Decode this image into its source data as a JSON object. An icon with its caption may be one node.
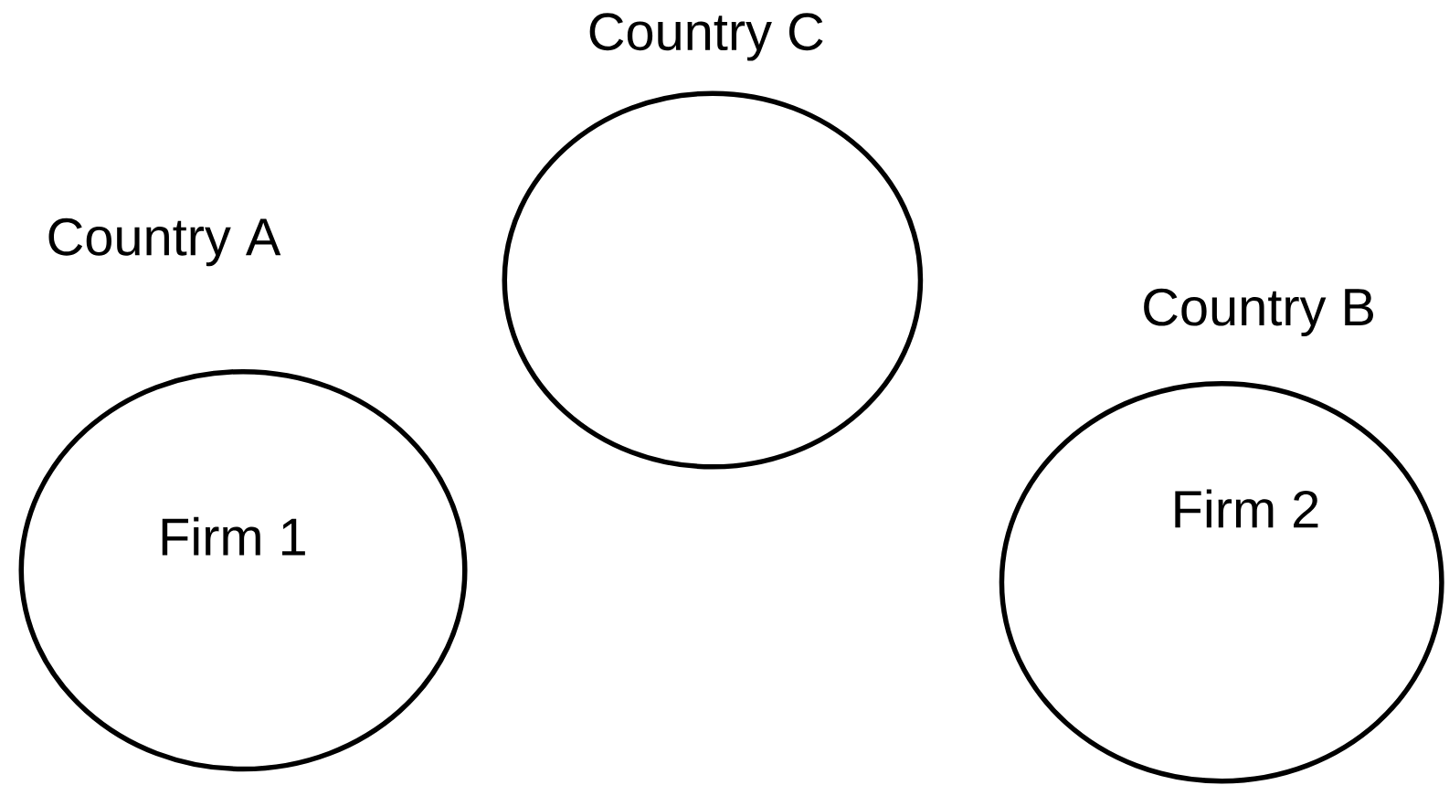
{
  "diagram": {
    "nodes": [
      {
        "text": [
          "Country A",
          "Firm 1"
        ]
      },
      {
        "text": [
          "Country C"
        ]
      },
      {
        "text": [
          "Country B",
          "Firm 2"
        ]
      }
    ]
  }
}
